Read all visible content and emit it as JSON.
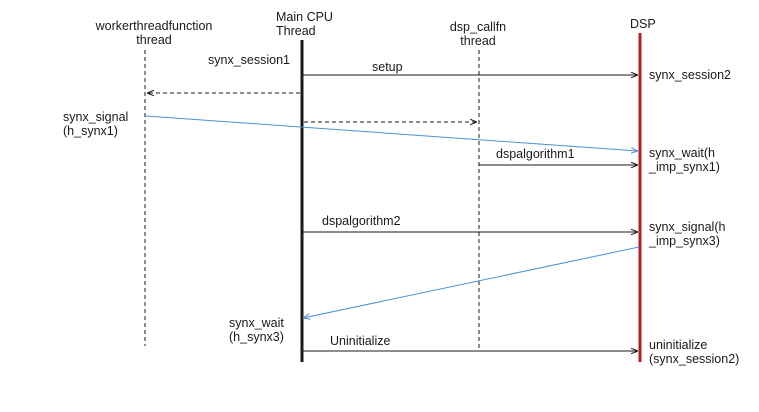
{
  "colors": {
    "line": "#1a1a1a",
    "signal": "#4a90d0",
    "dsp_lifeline": "#b01e2e",
    "background": "#ffffff"
  },
  "lifelines": [
    {
      "id": "worker",
      "line1": "workerthreadfunction",
      "line2": "thread",
      "style": "dashed"
    },
    {
      "id": "main",
      "line1": "Main CPU",
      "line2": "Thread",
      "style": "solid-thick"
    },
    {
      "id": "dsp_callfn",
      "line1": "dsp_callfn",
      "line2": "thread",
      "style": "dashed"
    },
    {
      "id": "dsp",
      "line1": "DSP",
      "line2": "",
      "style": "solid-thick-red"
    }
  ],
  "side_labels": {
    "synx_session1": "synx_session1",
    "synx_signal_1": "synx_signal",
    "synx_signal_2": "(h_synx1)",
    "synx_wait_1": "synx_wait",
    "synx_wait_2": "(h_synx3)",
    "dsp_session2": "synx_session2",
    "dsp_wait_1": "synx_wait(h",
    "dsp_wait_2": "_imp_synx1)",
    "dsp_signal_1": "synx_signal(h",
    "dsp_signal_2": "_imp_synx3)",
    "dsp_uninit_1": "uninitialize",
    "dsp_uninit_2": "(synx_session2)"
  },
  "messages": [
    {
      "id": "setup",
      "from": "main",
      "to": "dsp",
      "label": "setup",
      "style": "solid"
    },
    {
      "id": "main-to-worker",
      "from": "main",
      "to": "worker",
      "label": "",
      "style": "dashed"
    },
    {
      "id": "main-to-callfn",
      "from": "main",
      "to": "dsp_callfn",
      "label": "",
      "style": "dashed"
    },
    {
      "id": "worker-signal",
      "from": "worker",
      "to": "dsp",
      "label": "",
      "style": "signal"
    },
    {
      "id": "dspalgorithm1",
      "from": "dsp_callfn",
      "to": "dsp",
      "label": "dspalgorithm1",
      "style": "solid"
    },
    {
      "id": "dspalgorithm2",
      "from": "main",
      "to": "dsp",
      "label": "dspalgorithm2",
      "style": "solid"
    },
    {
      "id": "dsp-signal",
      "from": "dsp",
      "to": "main",
      "label": "",
      "style": "signal"
    },
    {
      "id": "uninitialize",
      "from": "main",
      "to": "dsp",
      "label": "Uninitialize",
      "style": "solid"
    }
  ]
}
